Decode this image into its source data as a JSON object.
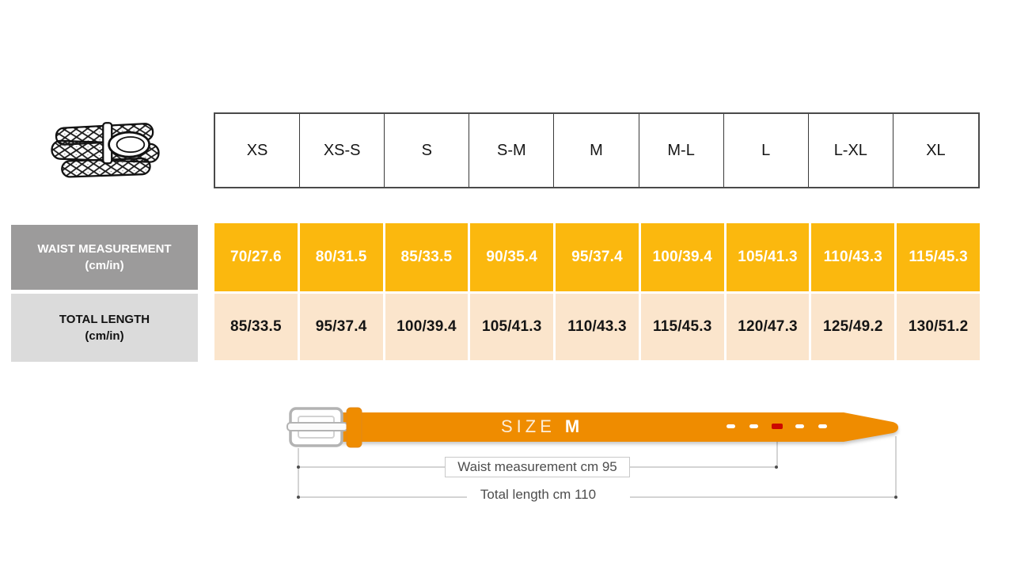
{
  "size_chart": {
    "sizes": [
      "XS",
      "XS-S",
      "S",
      "S-M",
      "M",
      "M-L",
      "L",
      "L-XL",
      "XL"
    ],
    "waist_row": {
      "label": "WAIST MEASUREMENT",
      "unit": "(cm/in)",
      "values": [
        "70/27.6",
        "80/31.5",
        "85/33.5",
        "90/35.4",
        "95/37.4",
        "100/39.4",
        "105/41.3",
        "110/43.3",
        "115/45.3"
      ]
    },
    "length_row": {
      "label": "TOTAL LENGTH",
      "unit": "(cm/in)",
      "values": [
        "85/33.5",
        "95/37.4",
        "100/39.4",
        "105/41.3",
        "110/43.3",
        "115/45.3",
        "120/47.3",
        "125/49.2",
        "130/51.2"
      ]
    }
  },
  "belt_diagram": {
    "size_label": "SIZE",
    "size_value": "M",
    "waist_annotation": "Waist measurement cm 95",
    "length_annotation": "Total length cm 110"
  },
  "icons": {
    "belt_icon": "braided-belt-illustration"
  },
  "colors": {
    "amber_cell": "#FBB80E",
    "peach_cell": "#FBE5CC",
    "waist_label_bg": "#9C9B9B",
    "length_label_bg": "#DBDBDB",
    "belt_orange": "#EF8C00",
    "hole_marker_red": "#CC0700"
  }
}
